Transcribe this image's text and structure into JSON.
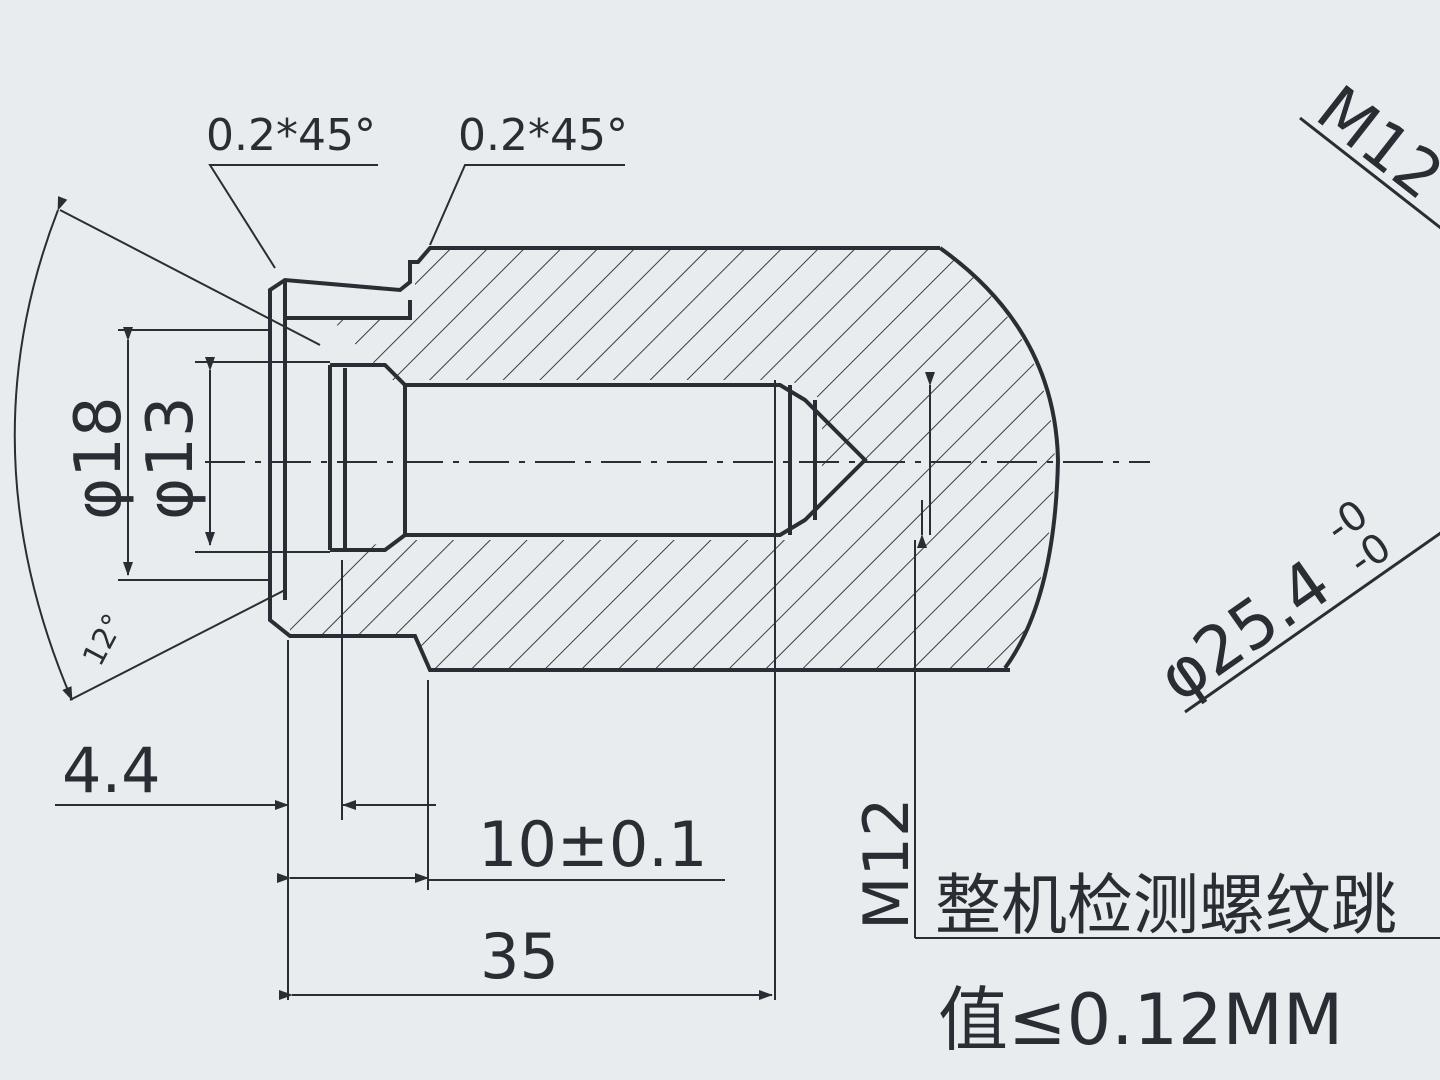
{
  "drawing": {
    "chamfer_left": "0.2*45°",
    "chamfer_right": "0.2*45°",
    "thread_top": "M12",
    "dia_18": "φ18",
    "dia_13": "φ13",
    "angle_mark": "12°",
    "dim_4_4": "4.4",
    "dim_10": "10±0.1",
    "dim_35": "35",
    "thread_side": "M12",
    "dia_254": "φ25.4",
    "dia_254_tol_upper": "-0",
    "dia_254_tol_lower": "-0",
    "note_line1": "整机检测螺纹跳",
    "note_line2": "值≤0.12MM"
  },
  "colors": {
    "paper": "#e9ecee",
    "ink": "#2a2d33",
    "hatch": "#3a3d44"
  }
}
